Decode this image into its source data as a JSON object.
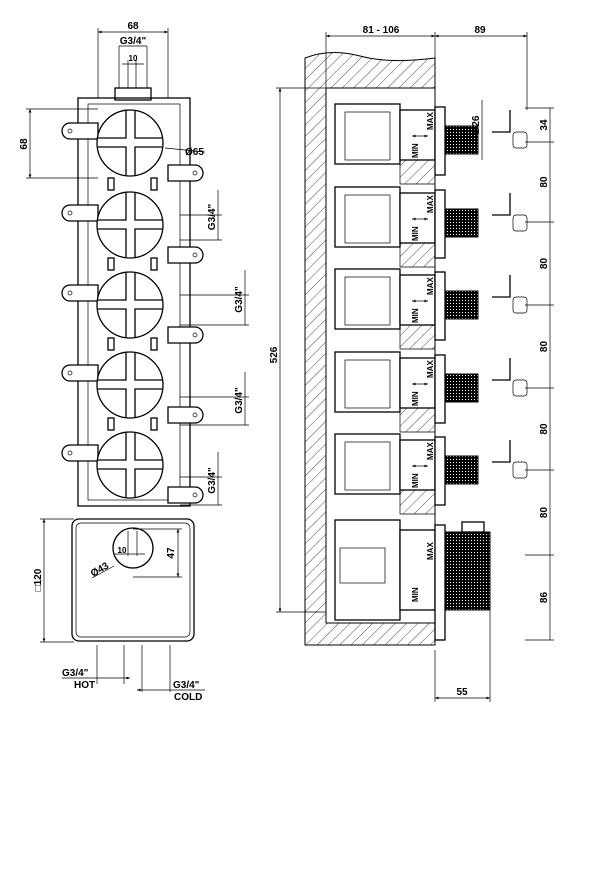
{
  "front_view": {
    "width_top": "68",
    "inlet_thread_top": "G3/4\"",
    "inlet_offset_top": "10",
    "module_pitch_left": "68",
    "handle_diameter": "Ø65",
    "outlet_threads": [
      "G3/4\"",
      "G3/4\"",
      "G3/4\"",
      "G3/4\""
    ],
    "box_size": "□120",
    "box_offset_vertical": "47",
    "box_offset_horizontal": "10",
    "box_circle_diameter": "Ø43",
    "hot_thread": "G3/4\"",
    "hot_label": "HOT",
    "cold_thread": "G3/4\"",
    "cold_label": "COLD"
  },
  "side_view": {
    "wall_depth": "81 - 106",
    "projection": "89",
    "total_height": "526",
    "knurl_diameter": "Ø26",
    "top_offset": "34",
    "pitches": [
      "80",
      "80",
      "80",
      "80",
      "80"
    ],
    "bottom_segment": "86",
    "knob_depth": "55",
    "max_label": "MAX",
    "min_label": "MIN"
  }
}
